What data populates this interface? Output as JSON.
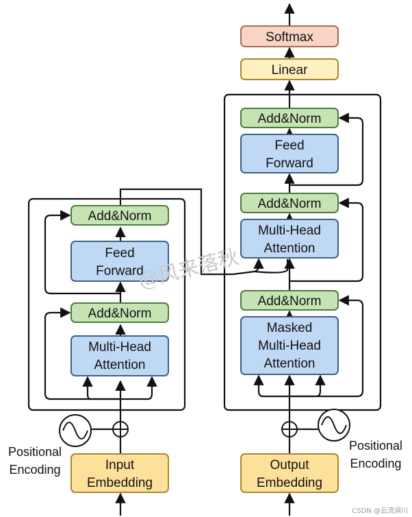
{
  "colors": {
    "green": "#c6e3b4",
    "green_border": "#4f7a3a",
    "blue": "#bfd8f4",
    "blue_border": "#3d5f8a",
    "yellow": "#fde19a",
    "yellow_border": "#a8862a",
    "light_yellow": "#fff0c0",
    "light_yellow_border": "#a8862a",
    "salmon": "#f8d4c4",
    "salmon_border": "#a86a55",
    "line": "#111111"
  },
  "encoder": {
    "add_norm_top": "Add&Norm",
    "feed_forward": [
      "Feed",
      "Forward"
    ],
    "add_norm_bottom": "Add&Norm",
    "attention": [
      "Multi-Head",
      "Attention"
    ],
    "embedding": [
      "Input",
      "Embedding"
    ],
    "positional": [
      "Positional",
      "Encoding"
    ]
  },
  "decoder": {
    "softmax": "Softmax",
    "linear": "Linear",
    "add_norm_top": "Add&Norm",
    "feed_forward": [
      "Feed",
      "Forward"
    ],
    "add_norm_mid": "Add&Norm",
    "cross_attention": [
      "Multi-Head",
      "Attention"
    ],
    "add_norm_bottom": "Add&Norm",
    "masked_attention": [
      "Masked",
      "Multi-Head",
      "Attention"
    ],
    "embedding": [
      "Output",
      "Embedding"
    ],
    "positional": [
      "Positional",
      "Encoding"
    ]
  },
  "watermark": "@风来落秋",
  "credit": "CSDN @云流涧川"
}
